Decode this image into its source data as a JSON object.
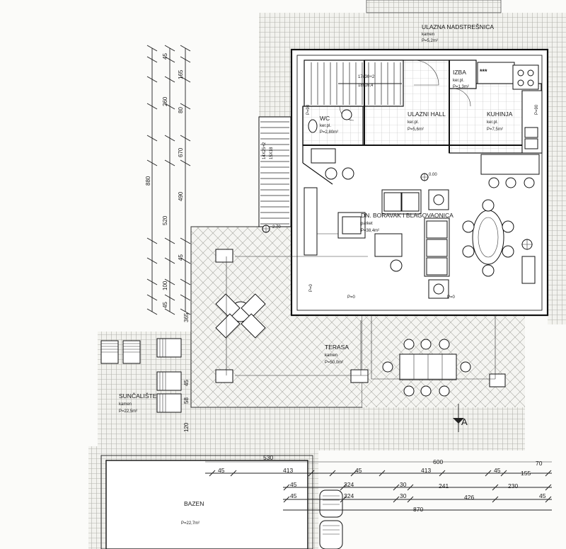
{
  "rooms": {
    "ulazna_nadstresnica": {
      "name": "ULAZNA NADSTREŠNICA",
      "material": "kamen",
      "area": "P=5,2m²"
    },
    "izba": {
      "name": "IZBA",
      "material": "ker.pl.",
      "area": "P=1,3m²"
    },
    "wc": {
      "name": "WC",
      "material": "ker.pl.",
      "area": "P=2,80m²"
    },
    "ulazni_hall": {
      "name": "ULAZNI HALL",
      "material": "ker.pl.",
      "area": "P=5,6m²"
    },
    "kuhinja": {
      "name": "KUHINJA",
      "material": "ker.pl.",
      "area": "P=7,5m²"
    },
    "dnevni_boravak": {
      "name": "DN. BORAVAK I BLAGOVAONICA",
      "material": "parket",
      "area": "P=38,4m²"
    },
    "terasa": {
      "name": "TERASA",
      "material": "kamen",
      "area": "P=50,0m²"
    },
    "suncaliste": {
      "name": "SUNČALIŠTE",
      "material": "kamen",
      "area": "P=22,5m²"
    },
    "bazen": {
      "name": "BAZEN",
      "area": "P=22,7m²"
    }
  },
  "stairs": {
    "main": [
      "17x30+2",
      "18x16,4"
    ],
    "side": [
      "14X25+2",
      "15X18"
    ]
  },
  "levels": {
    "ground": "0.00",
    "side": "-2.70"
  },
  "markers": {
    "p_zero": "P=0",
    "section": "A",
    "p90_left": "P=90",
    "p90_right": "P=90"
  },
  "oven_symbol": "***",
  "dims_vertical_inner": [
    "45",
    "165",
    "260",
    "80",
    "490",
    "45",
    "100",
    "45"
  ],
  "dims_vertical_mid": [
    "520"
  ],
  "dims_vertical_outer": [
    "880"
  ],
  "dims_vertical_total": [
    "670",
    "365"
  ],
  "dims_left_small": [
    "45",
    "58",
    "120"
  ],
  "dims_bottom": {
    "row1": [
      "530",
      "600",
      "70"
    ],
    "row2": [
      "45",
      "413",
      "45",
      "413",
      "45",
      "155"
    ],
    "row3": [
      "45",
      "324",
      "30",
      "241",
      "230"
    ],
    "row4": [
      "45",
      "324",
      "30",
      "426",
      "45"
    ],
    "row5": [
      "870"
    ]
  }
}
